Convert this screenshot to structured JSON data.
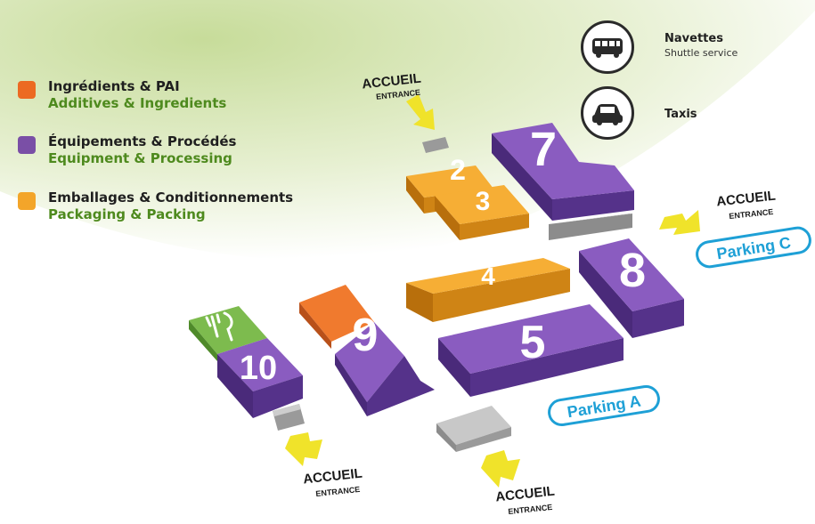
{
  "legend": [
    {
      "fr": "Ingrédients & PAI",
      "en": "Additives & Ingredients",
      "color": "#ec6a22"
    },
    {
      "fr": "Équipements & Procédés",
      "en": "Equipment & Processing",
      "color": "#7a4fa6"
    },
    {
      "fr": "Emballages & Conditionnements",
      "en": "Packaging & Packing",
      "color": "#f3a52a"
    }
  ],
  "services": {
    "shuttle": {
      "title": "Navettes",
      "subtitle": "Shuttle service",
      "icon": "bus-icon"
    },
    "taxi": {
      "title": "Taxis",
      "icon": "taxi-icon"
    }
  },
  "halls": {
    "h2": "2",
    "h3": "3",
    "h4": "4",
    "h5": "5",
    "h7": "7",
    "h8": "8",
    "h9": "9",
    "h10": "10"
  },
  "entrance": {
    "fr": "ACCUEIL",
    "en": "ENTRANCE"
  },
  "parking": {
    "c": "Parking C",
    "a": "Parking A"
  },
  "colors": {
    "orange": "#ec6a22",
    "purple": "#7a4fa6",
    "yellow": "#f3a52a",
    "green": "#72b043",
    "arrow": "#f0e32a",
    "parking": "#1ea0d6",
    "grey": "#a7a7a7"
  }
}
